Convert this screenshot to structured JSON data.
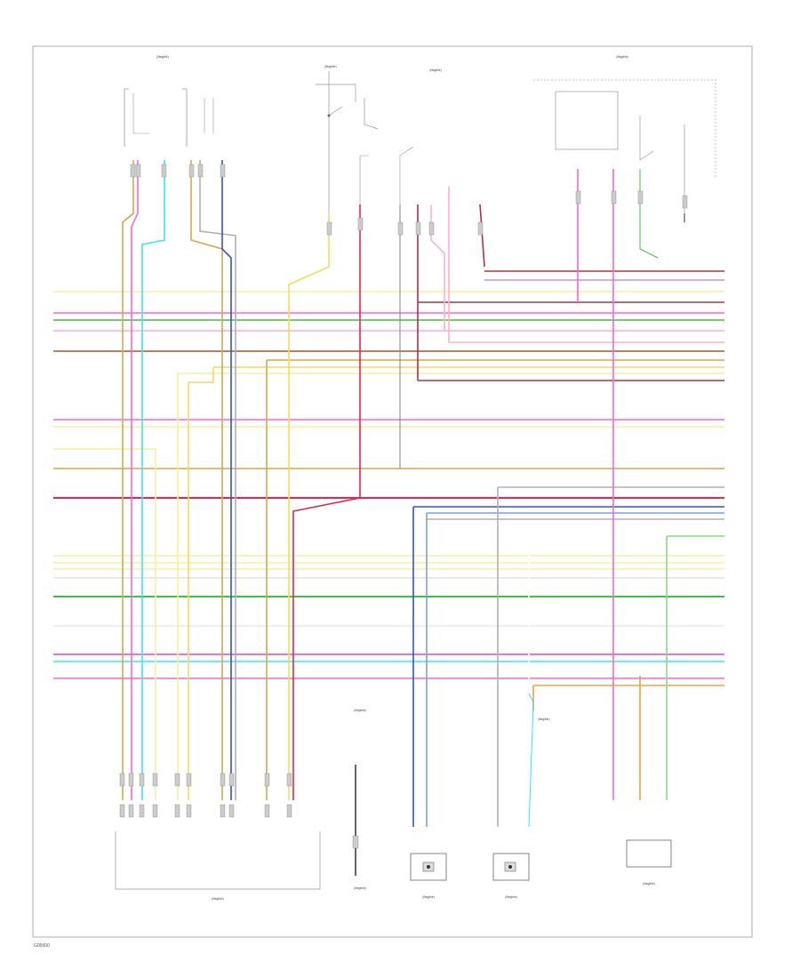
{
  "figure_code": "G00000",
  "components": {
    "top_left": "(illegible)",
    "top_center_switch": "(illegible)",
    "top_center_box": "(illegible)",
    "top_right": "(illegible)",
    "bottom_left_module": "(illegible)",
    "bottom_sensor_1": "(illegible)",
    "bottom_sensor_2": "(illegible)",
    "bottom_sensor_3": "(illegible)",
    "bottom_right_module": "(illegible)",
    "bottom_note_center": "(illegible)",
    "bottom_note_right": "(illegible)"
  },
  "wire_colors": {
    "pink": "#ff66cc",
    "magenta": "#e040e0",
    "cyan": "#33e6ff",
    "yellow": "#f2dc5a",
    "light_yellow": "#f7efa0",
    "tan": "#d9a64a",
    "orange": "#f0a040",
    "red": "#e8264a",
    "dark_red": "#b0304a",
    "brown": "#9a5a30",
    "green": "#40c040",
    "light_green": "#80e080",
    "blue": "#3050e0",
    "light_blue": "#7aa0e8",
    "gray": "#b0b0b0",
    "light_pink": "#ffb0c8",
    "purple": "#a060c0",
    "black": "#333333"
  }
}
